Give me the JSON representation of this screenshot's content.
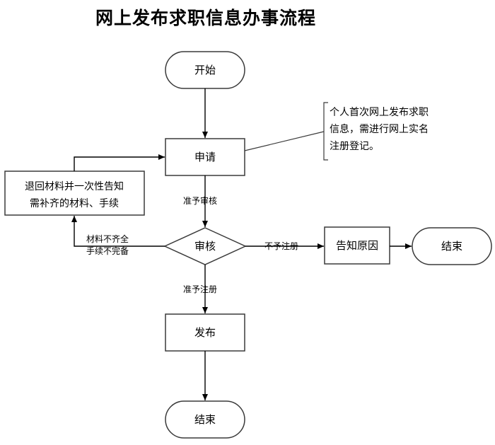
{
  "title": "网上发布求职信息办事流程",
  "nodes": {
    "start": "开始",
    "apply": "申请",
    "review": "审核",
    "publish": "发布",
    "end_main": "结束",
    "notify": "告知原因",
    "end_side": "结束",
    "return_line1": "退回材料并一次性告知",
    "return_line2": "需补齐的材料、手续"
  },
  "note": {
    "line1": "个人首次网上发布求职",
    "line2": "信息，需进行网上实名",
    "line3": "注册登记。"
  },
  "edge_labels": {
    "approve_review": "准予审核",
    "approve_register": "准予注册",
    "deny_register": "不予注册",
    "incomplete1": "材料不齐全",
    "incomplete2": "手续不完备"
  }
}
